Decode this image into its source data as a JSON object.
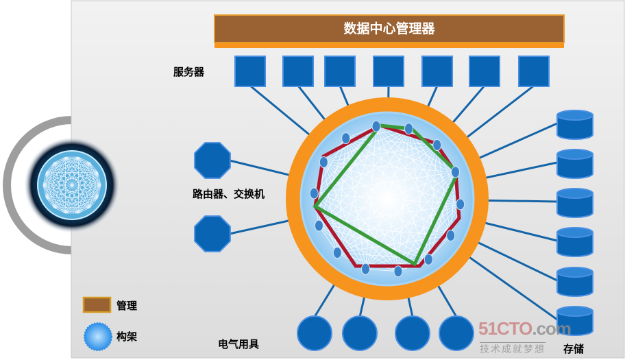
{
  "title": "数据中心管理器",
  "labels": {
    "servers": "服务器",
    "routers": "路由器、交换机",
    "appliances": "电气用具",
    "storage": "存储"
  },
  "legend": [
    {
      "label": "管理",
      "icon": "brown-rectangle"
    },
    {
      "label": "构架",
      "icon": "blue-mesh-circle"
    }
  ],
  "watermark": {
    "brand": "51CTO",
    "suffix": ".com",
    "slogan": "技术成就梦想"
  },
  "colors": {
    "management": "#9a6232",
    "accent": "#f7941d",
    "node": "#0a64b4",
    "red": "#b0162a",
    "green": "#3a9a3a"
  }
}
